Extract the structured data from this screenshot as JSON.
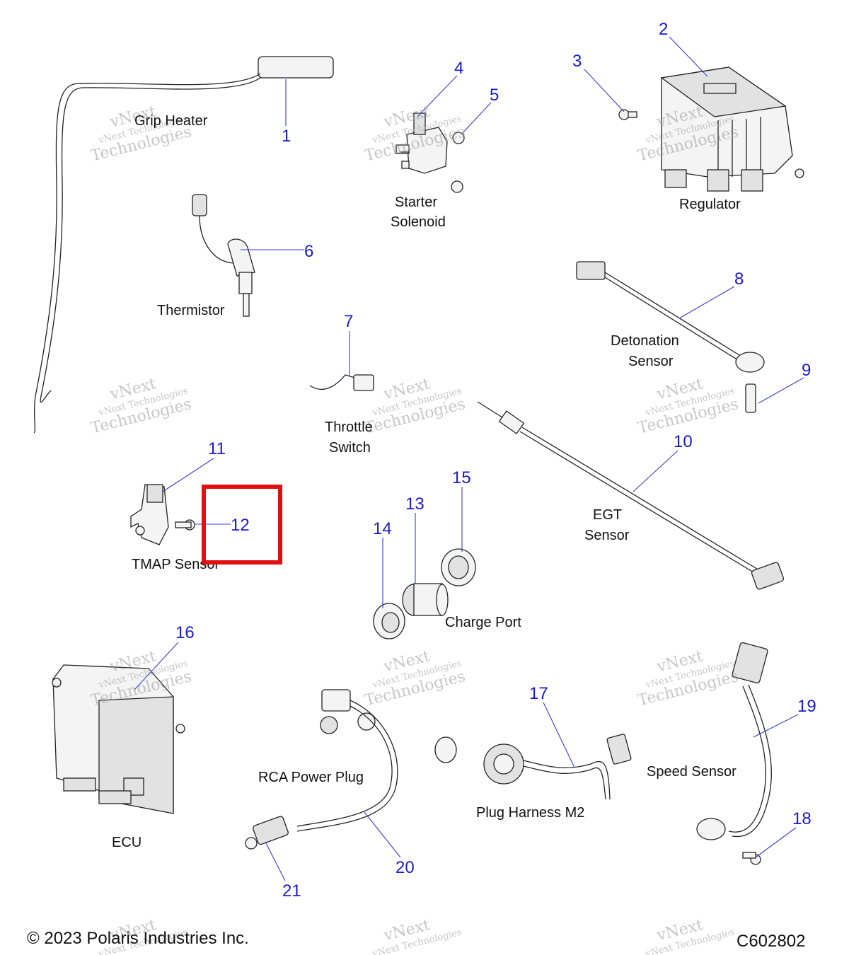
{
  "labels": {
    "grip_heater": "Grip Heater",
    "starter_1": "Starter",
    "starter_2": "Solenoid",
    "regulator": "Regulator",
    "thermistor": "Thermistor",
    "detonation_1": "Detonation",
    "detonation_2": "Sensor",
    "throttle_1": "Throttle",
    "throttle_2": "Switch",
    "tmap": "TMAP Sensor",
    "egt_1": "EGT",
    "egt_2": "Sensor",
    "charge_port": "Charge Port",
    "ecu": "ECU",
    "rca": "RCA Power Plug",
    "plug_harness": "Plug Harness M2",
    "speed_sensor": "Speed Sensor"
  },
  "callouts": [
    "1",
    "2",
    "3",
    "4",
    "5",
    "6",
    "7",
    "8",
    "9",
    "10",
    "11",
    "12",
    "13",
    "14",
    "15",
    "16",
    "17",
    "18",
    "19",
    "20",
    "21"
  ],
  "watermark": {
    "line1": "vNext",
    "line2": "vNext Technologies",
    "line3": "Technologies"
  },
  "footer": {
    "copyright": "© 2023 Polaris Industries Inc.",
    "code": "C602802"
  },
  "colors": {
    "callout": "#1a1acc",
    "highlight": "#e01010"
  }
}
